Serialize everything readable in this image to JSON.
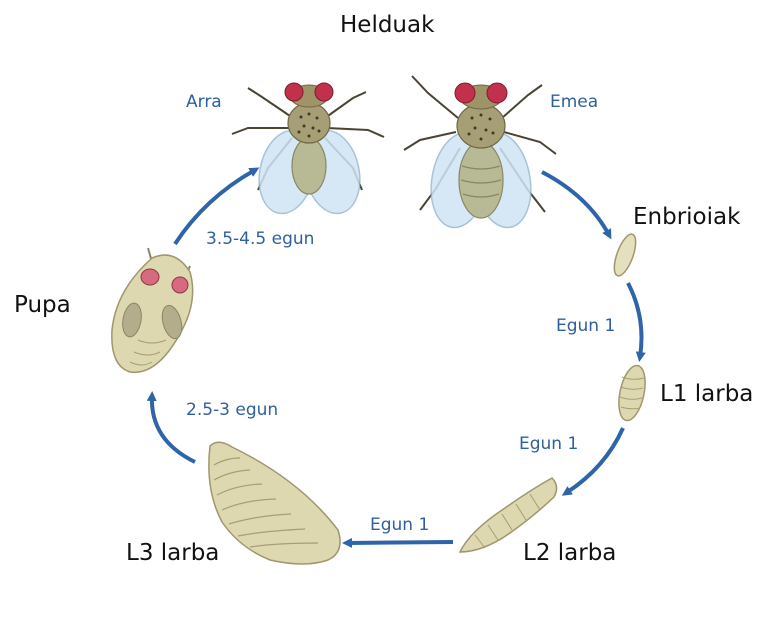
{
  "title": "Helduak",
  "stages": {
    "adults_male": "Arra",
    "adults_female": "Emea",
    "embryo": "Enbrioiak",
    "l1": "L1 larba",
    "l2": "L2 larba",
    "l3": "L3 larba",
    "pupa": "Pupa"
  },
  "durations": {
    "pupa_to_adult": "3.5-4.5 egun",
    "embryo_to_l1": "Egun 1",
    "l1_to_l2": "Egun 1",
    "l2_to_l3": "Egun 1",
    "l3_to_pupa": "2.5-3 egun"
  },
  "colors": {
    "arrow": "#2e64a8",
    "text_blue": "#2e5f9e",
    "body": "#ddd8b0",
    "body_dark": "#a69e74",
    "wing": "#cfe3f4",
    "eye": "#c2314c"
  }
}
